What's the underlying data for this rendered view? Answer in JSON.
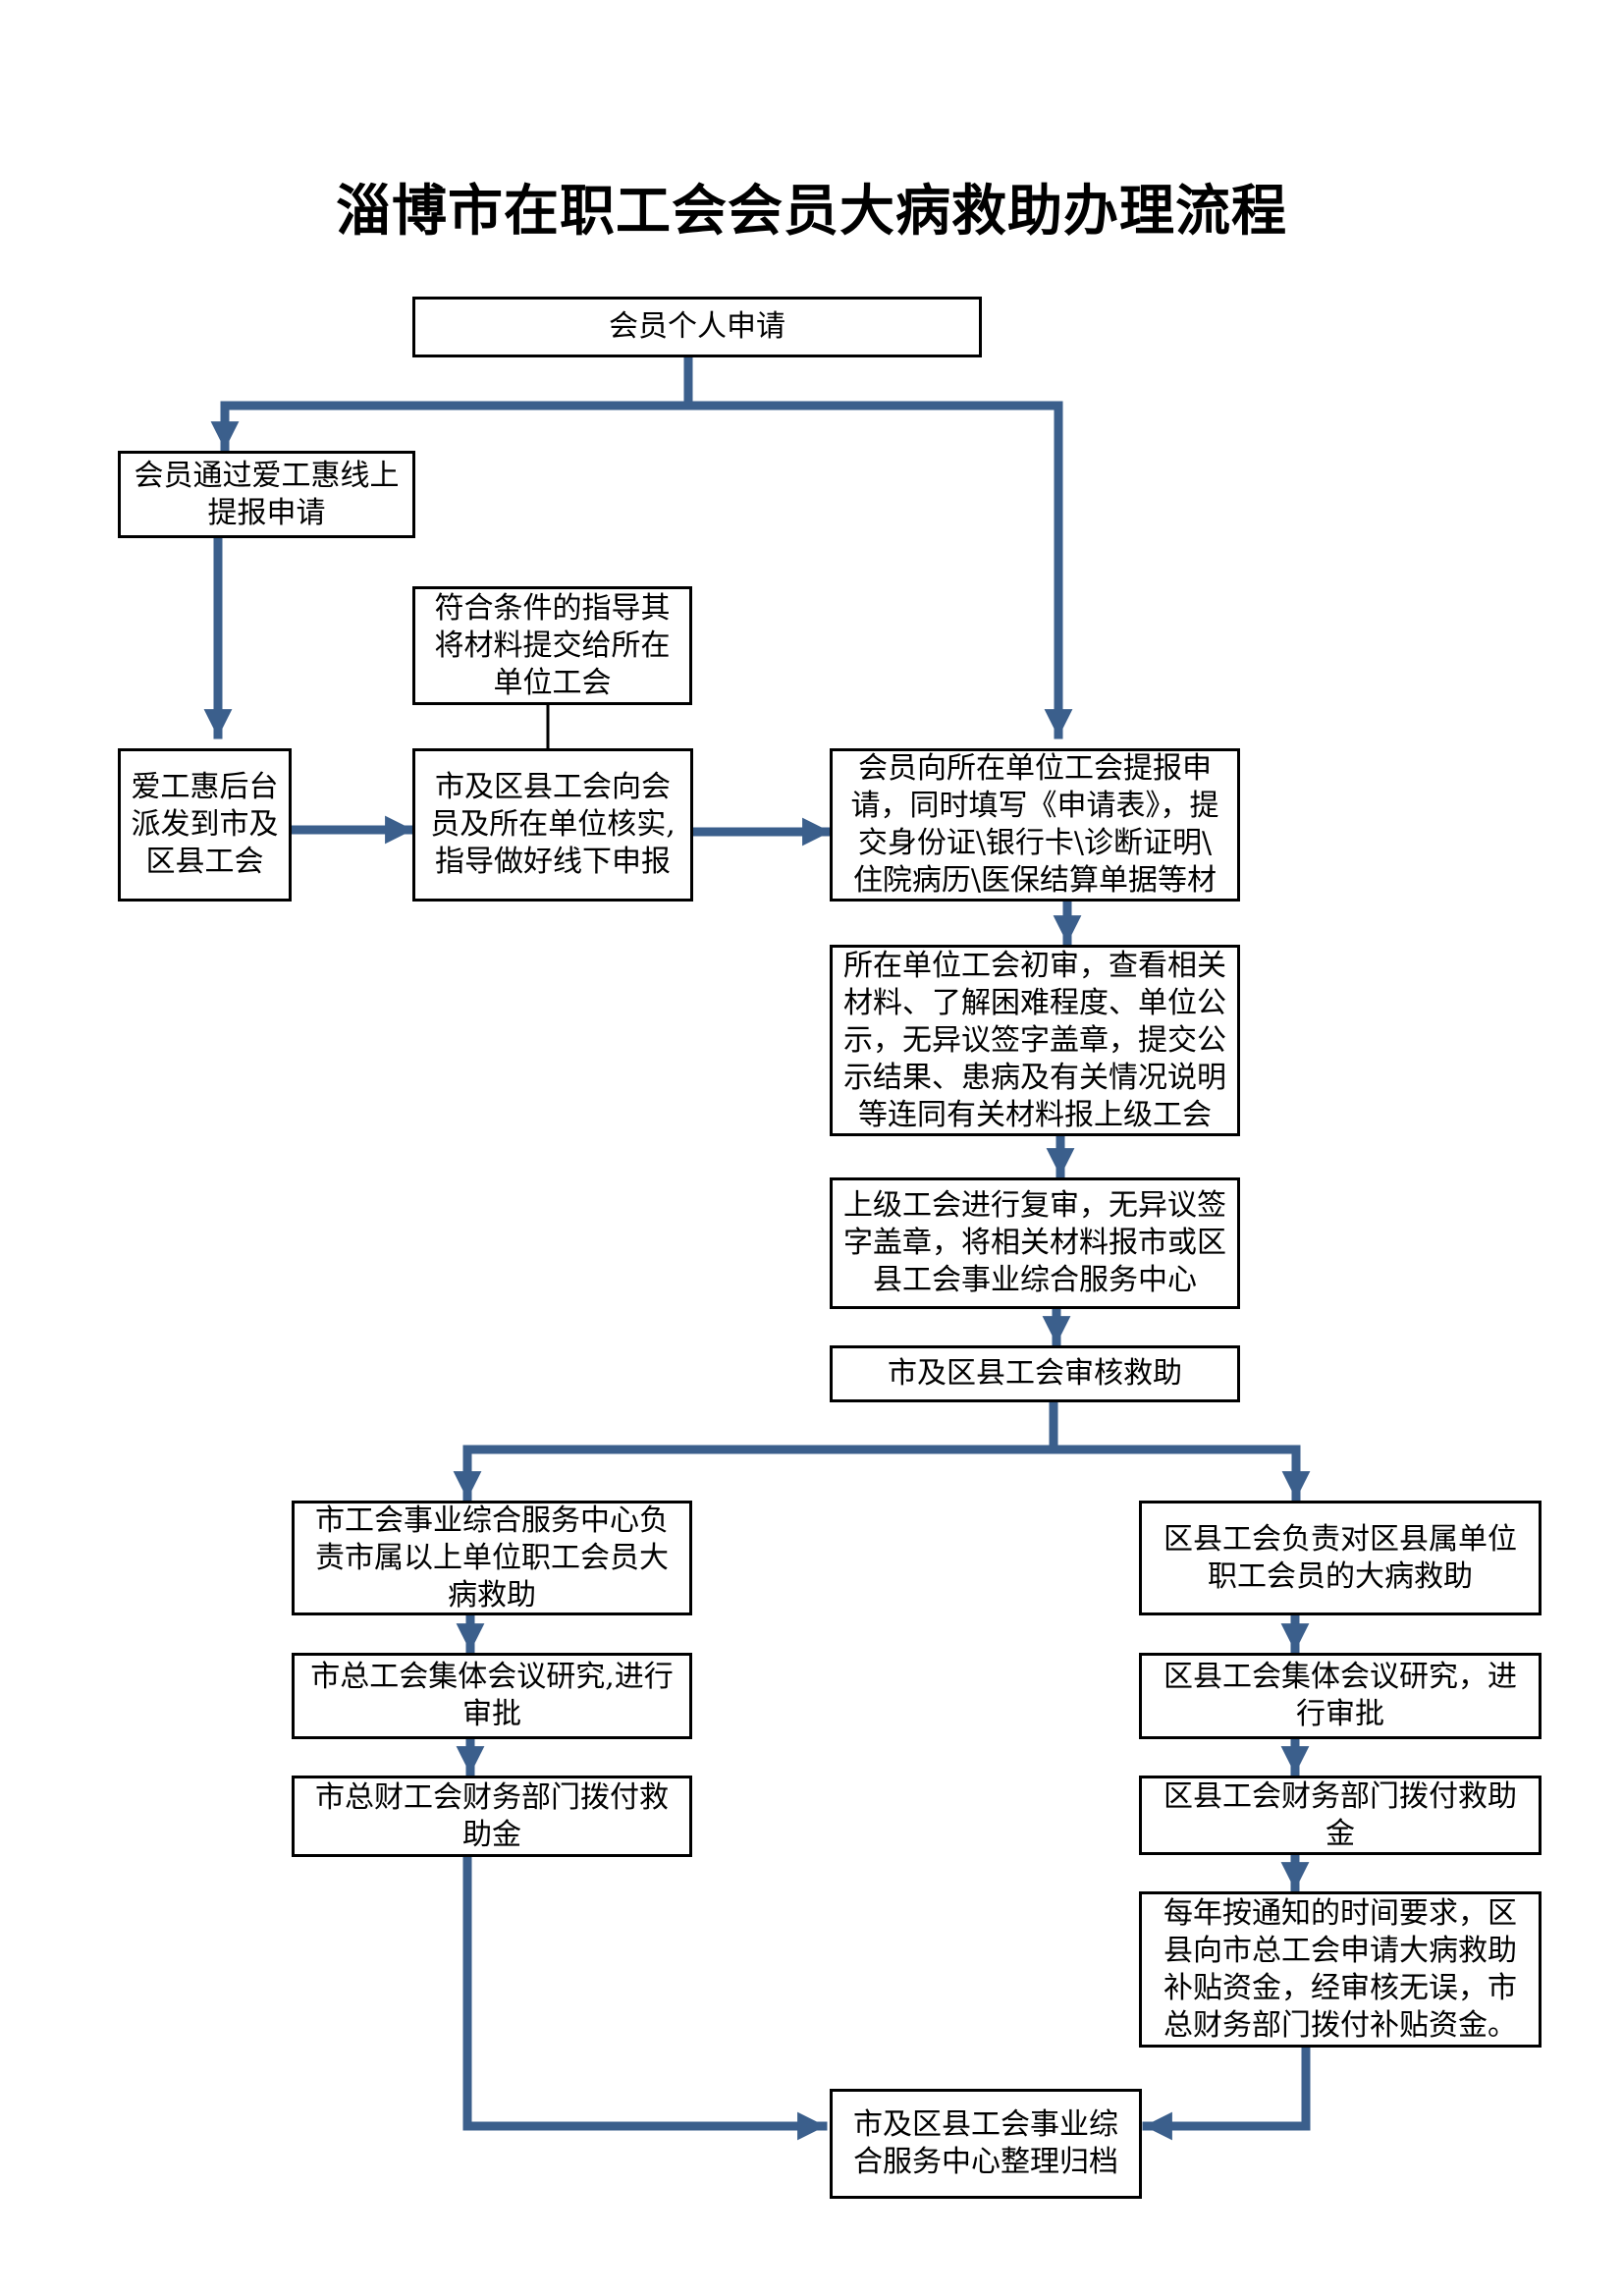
{
  "title": "淄博市在职工会会员大病救助办理流程",
  "boxes": {
    "start": "会员个人申请",
    "online": "会员通过爱工惠线上\n提报申请",
    "guide": "符合条件的指导其\n将材料提交给所在\n单位工会",
    "dispatch": "爱工惠后台\n派发到市及\n区县工会",
    "verify": "市及区县工会向会\n员及所在单位核实,\n指导做好线下申报",
    "submit": "会员向所在单位工会提报申\n请，同时填写《申请表》，提\n交身份证\\银行卡\\诊断证明\\\n住院病历\\医保结算单据等材",
    "initial": "所在单位工会初审，查看相关\n材料、了解困难程度、单位公\n示，无异议签字盖章，提交公\n示结果、患病及有关情况说明\n等连同有关材料报上级工会",
    "review": "上级工会进行复审，无异议签\n字盖章，将相关材料报市或区\n县工会事业综合服务中心",
    "audit": "市及区县工会审核救助",
    "city_center": "市工会事业综合服务中心负\n责市属以上单位职工会员大\n病救助",
    "city_meeting": "市总工会集体会议研究,进行\n审批",
    "city_finance": "市总财工会财务部门拨付救\n助金",
    "district": "区县工会负责对区县属单位\n职工会员的大病救助",
    "district_meeting": "区县工会集体会议研究，进\n行审批",
    "district_finance": "区县工会财务部门拨付救助\n金",
    "annual": "每年按通知的时间要求，区\n县向市总工会申请大病救助\n补贴资金，经审核无误，市\n总财务部门拨付补贴资金。",
    "archive": "市及区县工会事业综\n合服务中心整理归档"
  },
  "colors": {
    "connector": "#3b5f8c",
    "border": "#000000"
  }
}
